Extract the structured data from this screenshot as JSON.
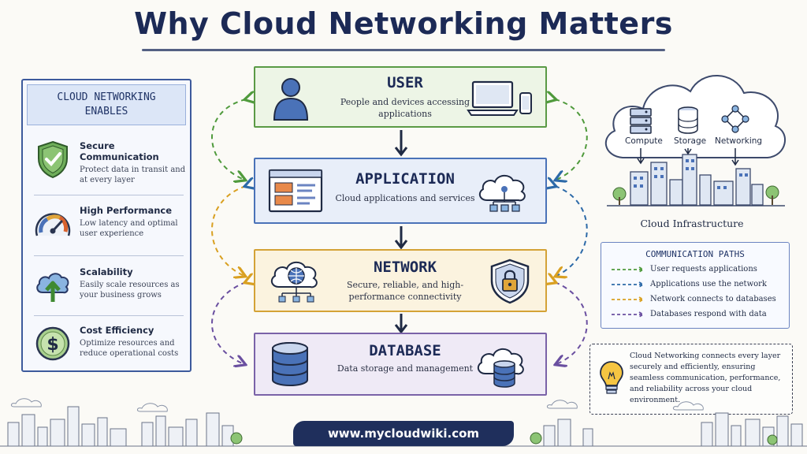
{
  "title": "Why Cloud Networking Matters",
  "left_panel": {
    "heading": "CLOUD NETWORKING ENABLES",
    "items": [
      {
        "title": "Secure Communication",
        "desc": "Protect data in transit and at every layer",
        "icon": "shield-check-icon"
      },
      {
        "title": "High Performance",
        "desc": "Low latency and optimal user experience",
        "icon": "speedometer-icon"
      },
      {
        "title": "Scalability",
        "desc": "Easily scale resources as your business grows",
        "icon": "cloud-upload-icon"
      },
      {
        "title": "Cost Efficiency",
        "desc": "Optimize resources and reduce operational costs",
        "icon": "dollar-coin-icon"
      }
    ]
  },
  "layers": [
    {
      "title": "USER",
      "desc": "People and devices accessing applications",
      "color": "#5a9a45",
      "bg": "#edf5e6"
    },
    {
      "title": "APPLICATION",
      "desc": "Cloud applications and services",
      "color": "#4a72b8",
      "bg": "#e8eef9"
    },
    {
      "title": "NETWORK",
      "desc": "Secure, reliable, and high-performance connectivity",
      "color": "#d4a236",
      "bg": "#fbf3df"
    },
    {
      "title": "DATABASE",
      "desc": "Data storage and management",
      "color": "#7a62a8",
      "bg": "#efeaf6"
    }
  ],
  "infrastructure": {
    "services": [
      "Compute",
      "Storage",
      "Networking"
    ],
    "label": "Cloud Infrastructure"
  },
  "paths": {
    "heading": "COMMUNICATION PATHS",
    "items": [
      {
        "label": "User requests applications",
        "color": "#4f9a3c"
      },
      {
        "label": "Applications use the network",
        "color": "#2d6aa8"
      },
      {
        "label": "Network connects to databases",
        "color": "#d9a021"
      },
      {
        "label": "Databases respond with data",
        "color": "#6a4fa0"
      }
    ]
  },
  "note": "Cloud Networking connects every layer securely and efficiently, ensuring seamless communication, performance, and reliability across your cloud environment.",
  "footer_url": "www.mycloudwiki.com"
}
